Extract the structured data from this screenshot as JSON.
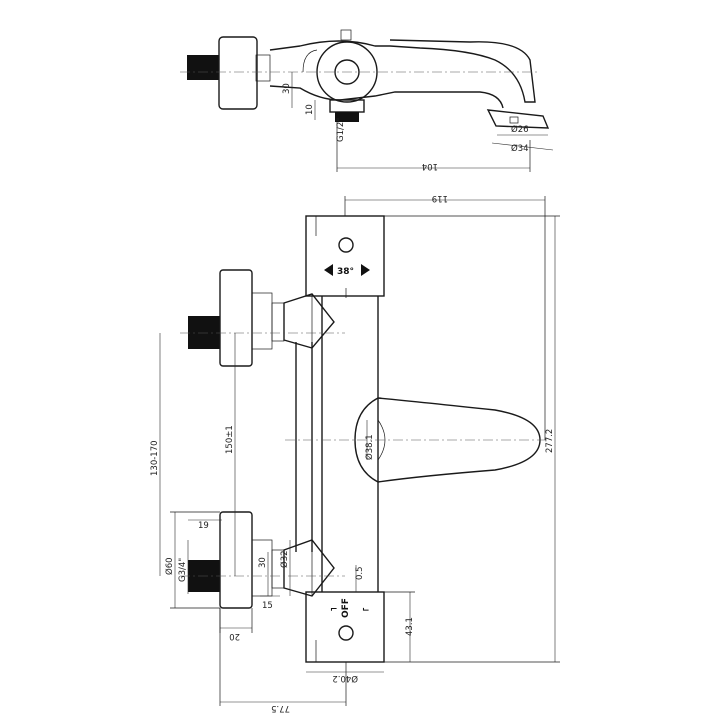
{
  "top_view": {
    "dims": {
      "d_30": "30",
      "d_10": "10",
      "d_g12": "G1/2\"",
      "d_26": "Ø26",
      "d_34": "Ø34",
      "d_104": "104"
    }
  },
  "front_view": {
    "rotation_label": "38°",
    "off_label": "OFF",
    "dims": {
      "d_119": "119",
      "d_2772": "277.2",
      "d_381": "Ø38.1",
      "d_150": "150±1",
      "d_130170": "130-170",
      "d_19": "19",
      "d_60": "Ø60",
      "d_g34": "G3/4\"",
      "d_32": "Ø32",
      "d_30": "30",
      "d_15": "15",
      "d_20": "20",
      "d_05": "0.5",
      "d_431": "43.1",
      "d_402": "Ø40.2",
      "d_775": "77.5"
    }
  }
}
